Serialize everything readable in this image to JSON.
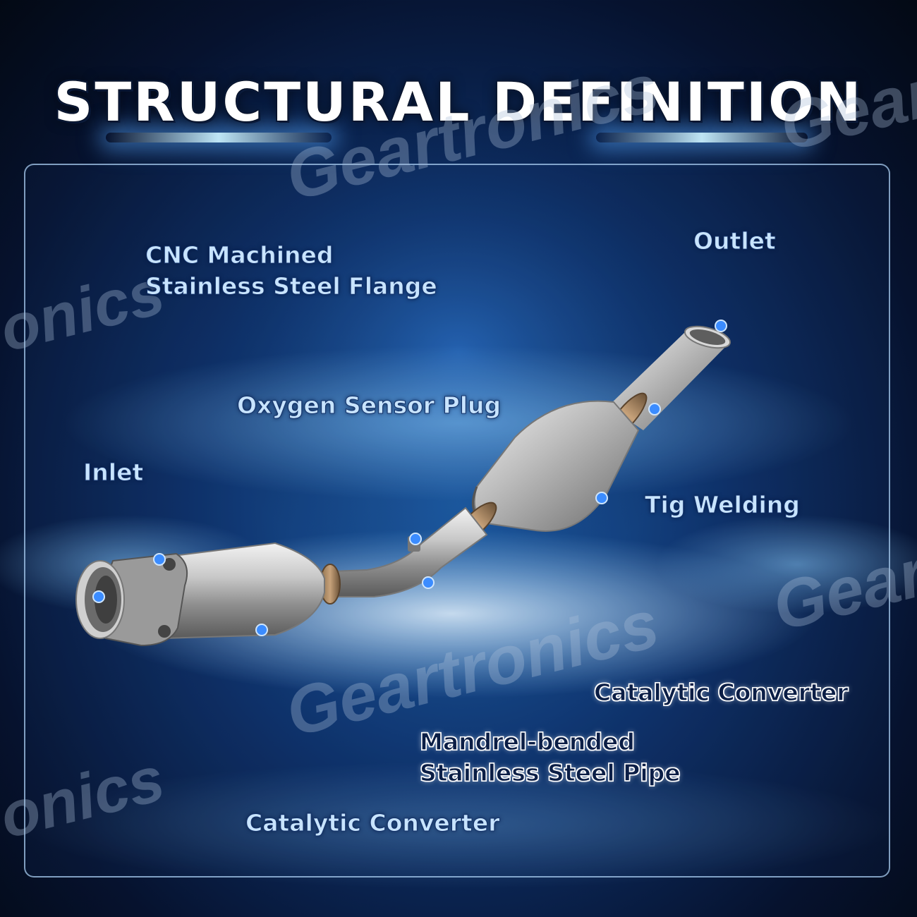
{
  "title": "STRUCTURAL DEFINITION",
  "watermarks": [
    "Geartronics",
    "Geartronics",
    "Geartronics",
    "Geartronics",
    "onics",
    "onics"
  ],
  "labels": {
    "flange_line1": "CNC Machined",
    "flange_line2": "Stainless Steel Flange",
    "outlet": "Outlet",
    "oxygen_sensor": "Oxygen Sensor Plug",
    "inlet": "Inlet",
    "tig_welding": "Tig Welding",
    "converter_right": "Catalytic Converter",
    "pipe_line1": "Mandrel-bended",
    "pipe_line2": "Stainless Steel Pipe",
    "converter_left": "Catalytic Converter"
  },
  "colors": {
    "accent": "#3b8cff",
    "label_text": "#0b1e46",
    "metal": "#b9b9b9"
  }
}
